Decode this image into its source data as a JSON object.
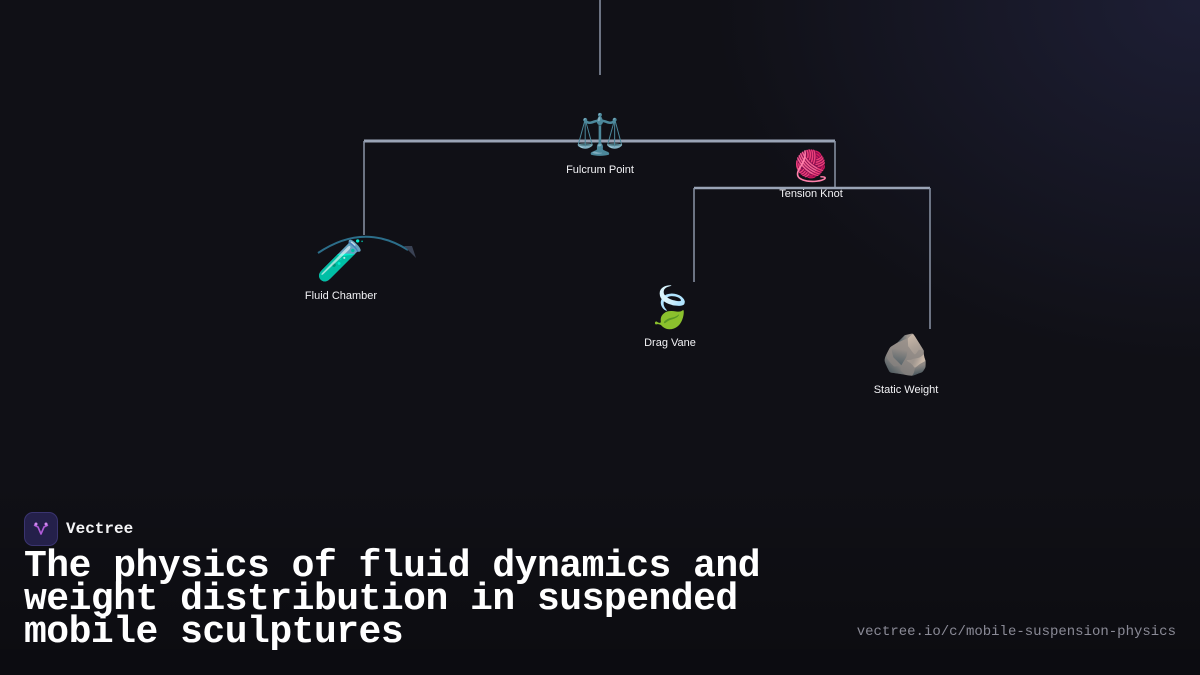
{
  "brand": {
    "name": "Vectree"
  },
  "diagram": {
    "nodes": [
      {
        "id": "fulcrum",
        "label": "Fulcrum Point",
        "icon": "⚖️",
        "icon_name": "scales-icon"
      },
      {
        "id": "tension",
        "label": "Tension Knot",
        "icon": "🧶",
        "icon_name": "yarn-icon"
      },
      {
        "id": "fluid",
        "label": "Fluid Chamber",
        "icon": "🧪",
        "icon_name": "test-tube-icon"
      },
      {
        "id": "drag",
        "label": "Drag Vane",
        "icon": "🍃",
        "icon_name": "leaf-icon"
      },
      {
        "id": "static",
        "label": "Static Weight",
        "icon": "🪨",
        "icon_name": "rock-icon"
      }
    ]
  },
  "headline": "The physics of fluid dynamics and weight distribution in suspended mobile sculptures",
  "url": "vectree.io/c/mobile-suspension-physics",
  "colors": {
    "wire": "#8a94a6",
    "arc": "#2c6e8a",
    "background": "#101016",
    "logo_bg": "#24204a",
    "logo_mark": "#b05ad8"
  }
}
